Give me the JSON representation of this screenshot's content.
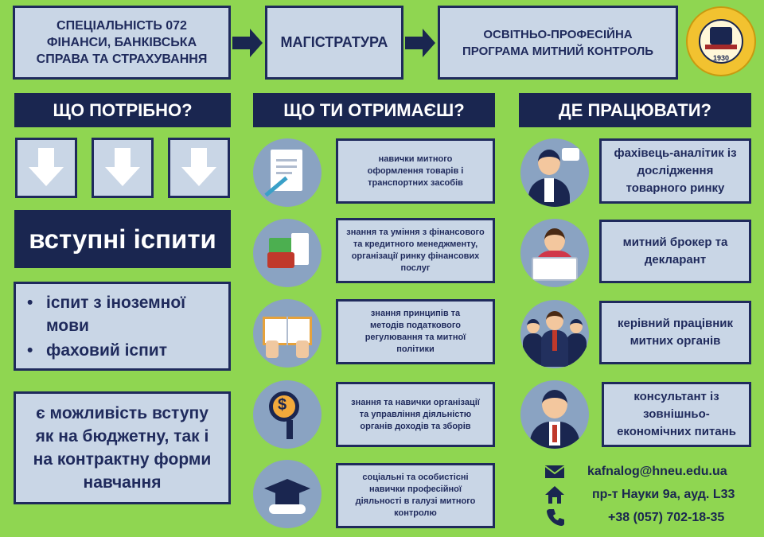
{
  "header": {
    "specialty": "СПЕЦІАЛЬНІСТЬ 072 ФІНАНСИ, БАНКІВСЬКА СПРАВА ТА СТРАХУВАННЯ",
    "level": "МАГІСТРАТУРА",
    "program": "ОСВІТНЬО-ПРОФЕСІЙНА ПРОГРАМА МИТНИЙ КОНТРОЛЬ",
    "logo_year": "1930"
  },
  "columns": {
    "need": "ЩО ПОТРІБНО?",
    "get": "ЩО ТИ ОТРИМАЄШ?",
    "work": "ДЕ ПРАЦЮВАТИ?"
  },
  "need": {
    "exams_title": "вступні іспити",
    "exams": [
      "іспит з іноземної мови",
      "фаховий іспит"
    ],
    "note": "є можливість вступу як на бюджетну, так і на контрактну форми навчання"
  },
  "get_items": [
    "навички митного оформлення товарів і транспортних засобів",
    "знання та уміння з фінансового та кредитного менеджменту, організації ринку фінансових послуг",
    "знання принципів та методів податкового регулювання та митної політики",
    "знання та навички організації та управління діяльністю органів доходів та зборів",
    "соціальні та особистісні навички професійної діяльності в галузі митного контролю"
  ],
  "work_items": [
    "фахівець-аналітик із дослідження товарного ринку",
    "митний брокер та декларант",
    "керівний працівник митних органів",
    "консультант із зовнішньо-економічних питань"
  ],
  "contacts": {
    "email": "kafnalog@hneu.edu.ua",
    "address": "пр-т Науки 9а, ауд. L33",
    "phone": "+38 (057) 702-18-35"
  },
  "colors": {
    "background": "#8fd651",
    "navy": "#1a2650",
    "box": "#c9d6e6",
    "circle": "#8aa3c2"
  }
}
